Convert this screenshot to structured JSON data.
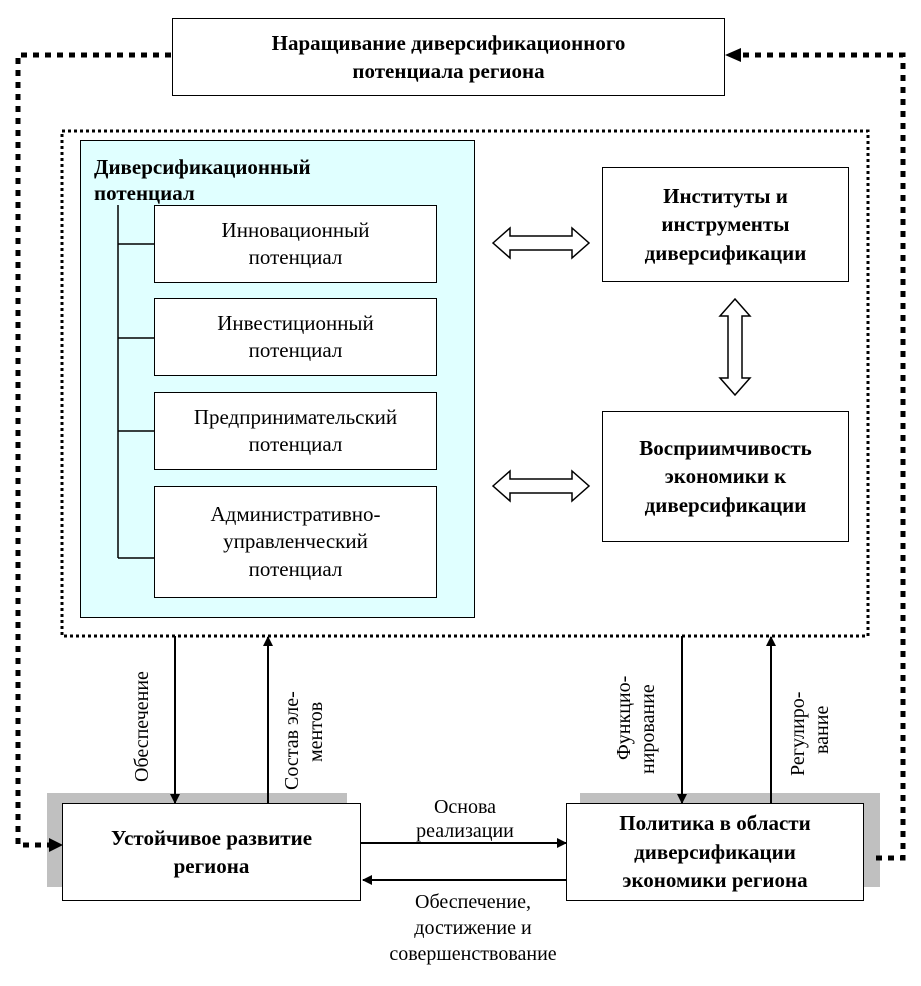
{
  "top_box": {
    "line1": "Наращивание диверсификационного",
    "line2": "потенциала региона"
  },
  "potential_panel": {
    "title_line1": "Диверсификационный",
    "title_line2": "потенциал",
    "items": [
      {
        "line1": "Инновационный",
        "line2": "потенциал"
      },
      {
        "line1": "Инвестиционный",
        "line2": "потенциал"
      },
      {
        "line1": "Предпринимательский",
        "line2": "потенциал"
      },
      {
        "line1": "Административно-",
        "line2": "управленческий",
        "line3": "потенциал"
      }
    ]
  },
  "institutes_box": {
    "line1": "Институты и",
    "line2": "инструменты",
    "line3": "диверсификации"
  },
  "receptivity_box": {
    "line1": "Восприимчивость",
    "line2": "экономики к",
    "line3": "диверсификации"
  },
  "sustainable_box": {
    "line1": "Устойчивое развитие",
    "line2": "региона"
  },
  "policy_box": {
    "line1": "Политика в области",
    "line2": "диверсификации",
    "line3": "экономики региона"
  },
  "edge_labels": {
    "provision": "Обеспечение",
    "composition_line1": "Состав эле-",
    "composition_line2": "ментов",
    "functioning_line1": "Функцио-",
    "functioning_line2": "нирование",
    "regulation_line1": "Регулиро-",
    "regulation_line2": "вание",
    "basis_line1": "Основа",
    "basis_line2": "реализации",
    "support_line1": "Обеспечение,",
    "support_line2": "достижение и",
    "support_line3": "совершенствование"
  }
}
